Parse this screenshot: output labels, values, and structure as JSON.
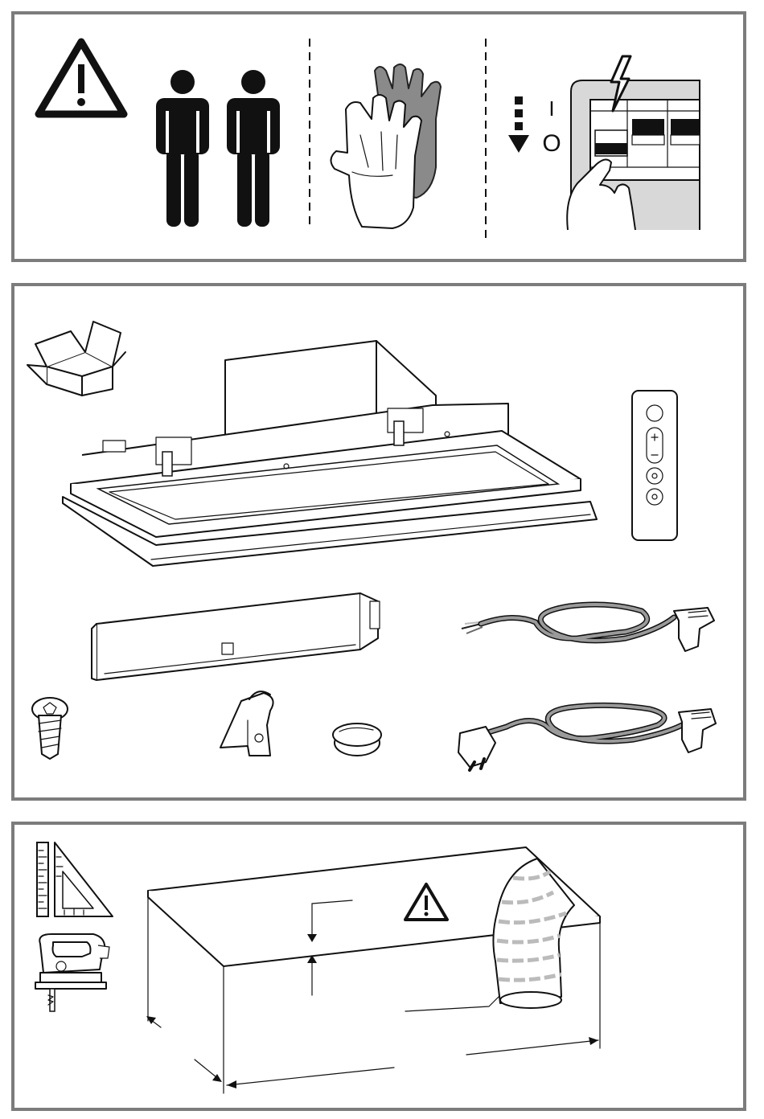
{
  "page": {
    "panels": [
      {
        "id": "safety",
        "items": [
          "warning-triangle-icon",
          "two-persons-icon",
          "protective-gloves-icon",
          "power-off-breaker-icon"
        ]
      },
      {
        "id": "package-contents",
        "items": [
          "cardboard-box-icon",
          "cooker-hood-unit",
          "remote-control",
          "extension-duct-box",
          "power-cable-bare-wires",
          "screw",
          "cable-clip",
          "cover-cap",
          "power-cable-plug"
        ]
      },
      {
        "id": "installation",
        "items": [
          "ruler-square-icon",
          "jigsaw-icon",
          "ceiling-cutout-diagram",
          "warning-triangle-icon",
          "flexible-duct"
        ]
      }
    ],
    "switch_symbols": {
      "on": "I",
      "off": "O"
    }
  }
}
